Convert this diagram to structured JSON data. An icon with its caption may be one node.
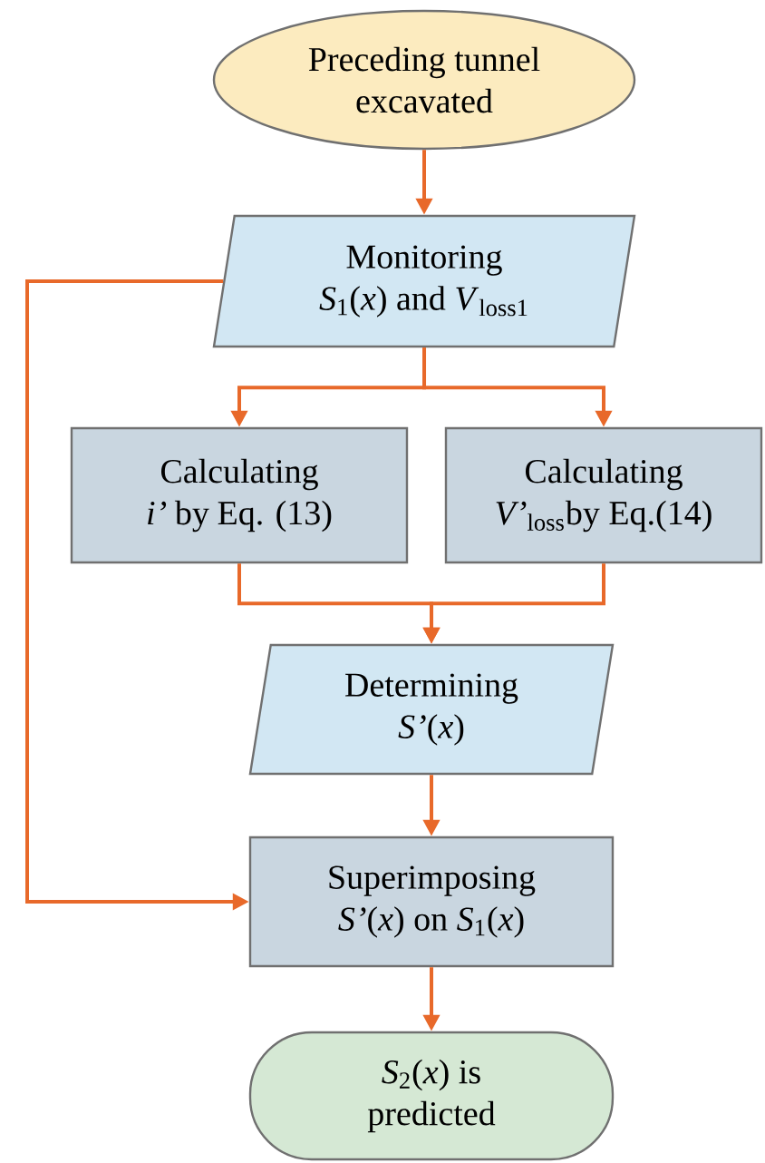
{
  "diagram": {
    "nodes": [
      {
        "text": [
          "Preceding tunnel excavated"
        ]
      },
      {
        "text": [
          "Monitoring *S*$_{1}$(*x*) and *V*$_{loss1}$"
        ]
      },
      {
        "text": [
          "Calculating *i’* by Eq. (13)"
        ]
      },
      {
        "text": [
          "Calculating *V’*$_{loss}$by Eq.(14)"
        ]
      },
      {
        "text": [
          "Determining *S’*(*x*)"
        ]
      },
      {
        "text": [
          "Superimposing *S’*(*x*) on *S*$_{1}$(*x*)"
        ]
      },
      {
        "text": [
          "*S*$_{2}$(*x*) is predicted"
        ]
      }
    ],
    "edges": [
      {
        "from": 0,
        "to": 1,
        "arrow": "to"
      },
      {
        "from": 1,
        "to": 2,
        "arrow": "to"
      },
      {
        "from": 1,
        "to": 3,
        "arrow": "to"
      },
      {
        "from": 2,
        "to": 4,
        "arrow": "to"
      },
      {
        "from": 3,
        "to": 4,
        "arrow": "to"
      },
      {
        "from": 4,
        "to": 5,
        "arrow": "to"
      },
      {
        "from": 1,
        "to": 5,
        "arrow": "to"
      },
      {
        "from": 5,
        "to": 6,
        "arrow": "to"
      }
    ]
  }
}
